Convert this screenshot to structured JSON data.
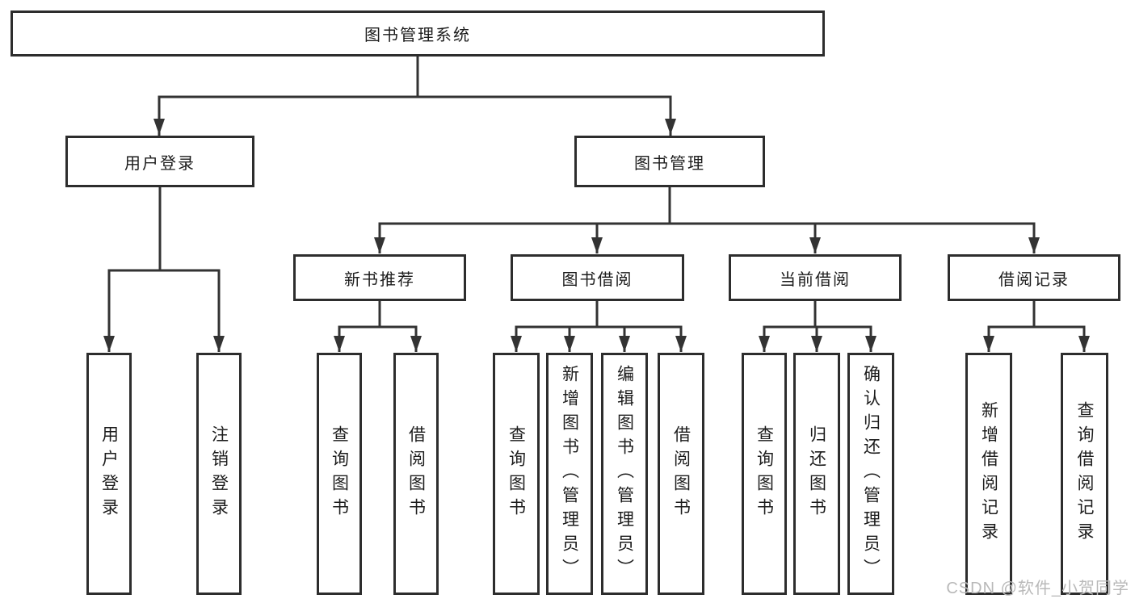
{
  "title": "图书管理系统",
  "branches": {
    "user_login": {
      "label": "用户登录",
      "children": [
        "用户登录",
        "注销登录"
      ]
    },
    "book_management": {
      "label": "图书管理",
      "children": {
        "new_book_recommend": {
          "label": "新书推荐",
          "children": [
            "查询图书",
            "借阅图书"
          ]
        },
        "book_borrowing": {
          "label": "图书借阅",
          "children": [
            "查询图书",
            "新增图书（管理员）",
            "编辑图书（管理员）",
            "借阅图书"
          ]
        },
        "current_borrowing": {
          "label": "当前借阅",
          "children": [
            "查询图书",
            "归还图书",
            "确认归还（管理员）"
          ]
        },
        "borrowing_records": {
          "label": "借阅记录",
          "children": [
            "新增借阅记录",
            "查询借阅记录"
          ]
        }
      }
    }
  },
  "watermark": "CSDN @软件_小贺同学",
  "colors": {
    "line": "#333333",
    "border": "#2d2d2d",
    "text": "#1c1c1c",
    "watermark": "#b9b9b9",
    "background": "#ffffff"
  }
}
